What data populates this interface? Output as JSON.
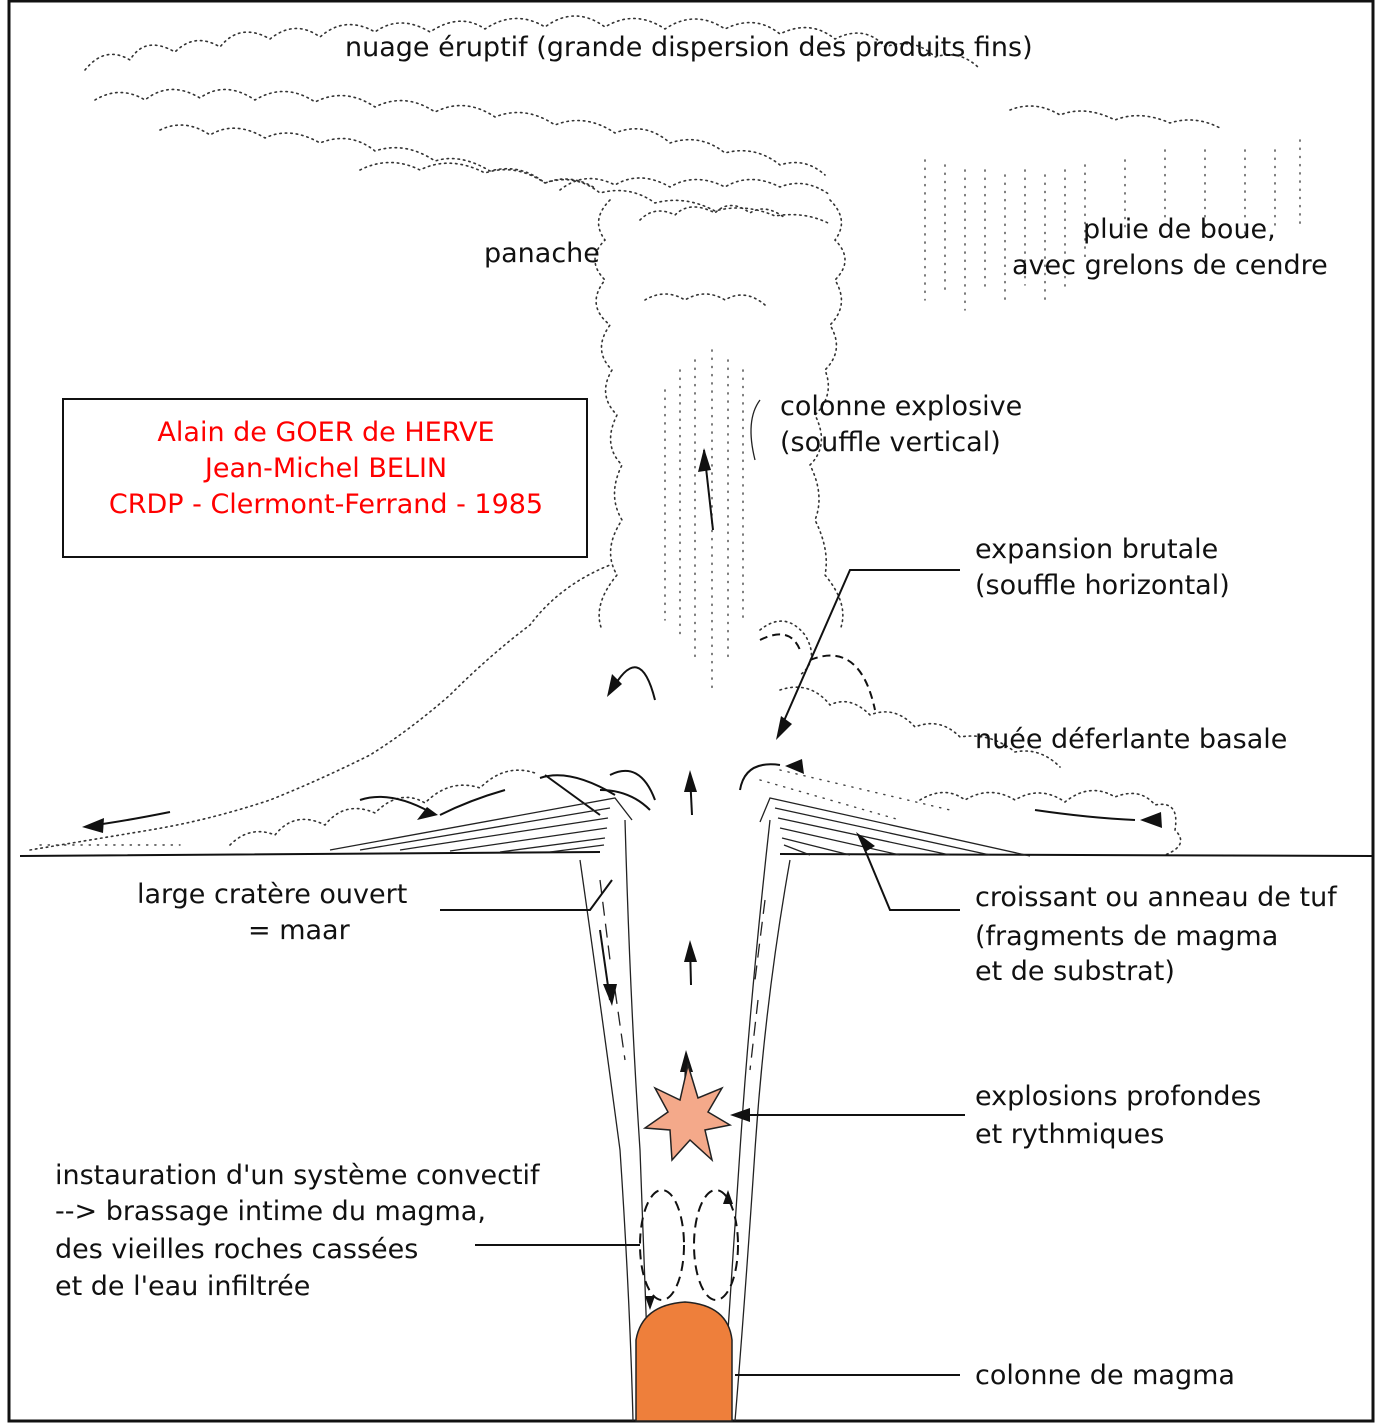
{
  "labels": {
    "cloud": "nuage éruptif (grande dispersion des produits fins)",
    "plume": "panache",
    "mud_rain_1": "pluie de boue,",
    "mud_rain_2": "avec grelons de cendre",
    "column_1": "colonne explosive",
    "column_2": "(souffle vertical)",
    "expansion_1": "expansion brutale",
    "expansion_2": "(souffle horizontal)",
    "surge": "nuée déferlante basale",
    "crater_1": "large cratère ouvert",
    "crater_2": "= maar",
    "tuff_1": "croissant ou anneau de tuf",
    "tuff_2": "(fragments de magma",
    "tuff_3": "et de substrat)",
    "explosions_1": "explosions profondes",
    "explosions_2": "et rythmiques",
    "convection_1": "instauration d'un système convectif",
    "convection_2": "--> brassage intime du magma,",
    "convection_3": "des vieilles roches cassées",
    "convection_4": "et de l'eau infiltrée",
    "magma": "colonne de magma"
  },
  "credits": {
    "line1": "Alain de GOER de HERVE",
    "line2": "Jean-Michel BELIN",
    "line3": "CRDP - Clermont-Ferrand - 1985"
  },
  "colors": {
    "credit_text": "#ff0000",
    "magma": "#ee7f3b",
    "explosion": "#f4a98a",
    "ink": "#111111"
  }
}
